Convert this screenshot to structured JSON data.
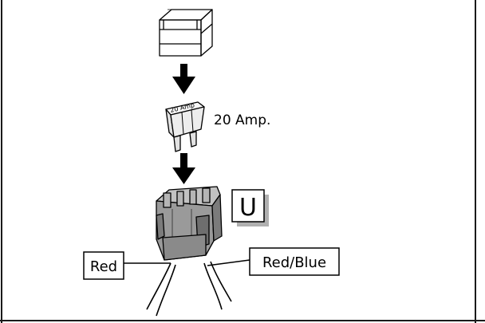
{
  "labels": {
    "fuse_rating": "20 Amp.",
    "fuse_body_text": "20 Amp",
    "connector_letter": "U",
    "wire_left": "Red",
    "wire_right": "Red/Blue"
  },
  "icons": [
    "fuse-cover-icon",
    "fuse-icon",
    "connector-icon",
    "down-arrow-icon"
  ],
  "colors": {
    "line": "#000000",
    "connector_fill": "#9a9a9a",
    "connector_dark": "#6e6e6e",
    "fuse_fill": "#ededed",
    "shadow": "#b0b0b0",
    "frame": "#1a1a1a"
  }
}
